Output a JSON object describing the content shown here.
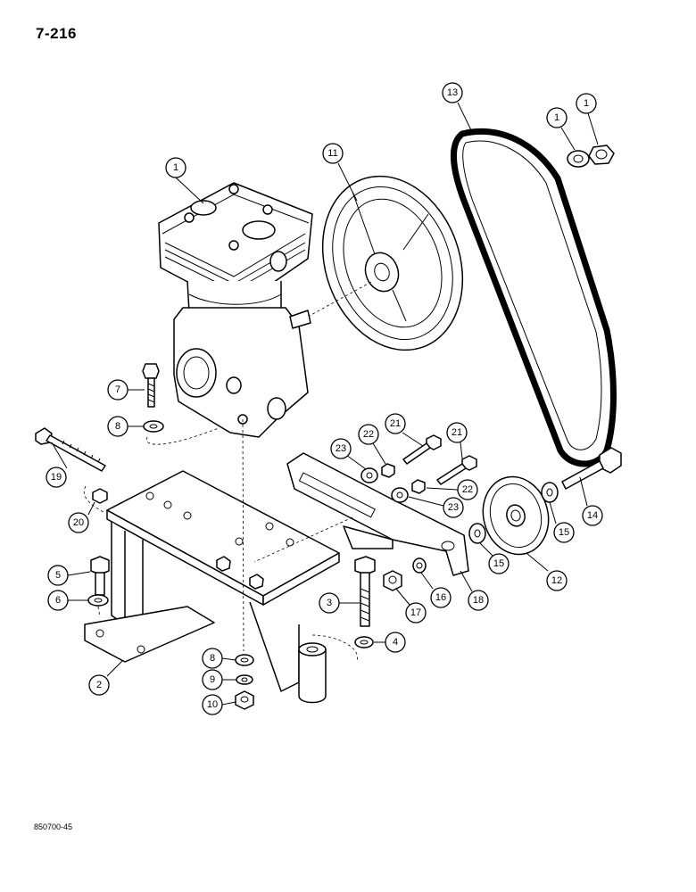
{
  "page": {
    "number": "7-216",
    "figure_code": "850700-45"
  },
  "callouts": [
    {
      "id": "c1a",
      "label": "1"
    },
    {
      "id": "c1b",
      "label": "1"
    },
    {
      "id": "c1c",
      "label": "1"
    },
    {
      "id": "c2",
      "label": "2"
    },
    {
      "id": "c3",
      "label": "3"
    },
    {
      "id": "c4",
      "label": "4"
    },
    {
      "id": "c5",
      "label": "5"
    },
    {
      "id": "c6",
      "label": "6"
    },
    {
      "id": "c7",
      "label": "7"
    },
    {
      "id": "c8a",
      "label": "8"
    },
    {
      "id": "c8b",
      "label": "8"
    },
    {
      "id": "c9",
      "label": "9"
    },
    {
      "id": "c10",
      "label": "10"
    },
    {
      "id": "c11",
      "label": "11"
    },
    {
      "id": "c12",
      "label": "12"
    },
    {
      "id": "c13",
      "label": "13"
    },
    {
      "id": "c14",
      "label": "14"
    },
    {
      "id": "c15a",
      "label": "15"
    },
    {
      "id": "c15b",
      "label": "15"
    },
    {
      "id": "c16",
      "label": "16"
    },
    {
      "id": "c17",
      "label": "17"
    },
    {
      "id": "c18",
      "label": "18"
    },
    {
      "id": "c19",
      "label": "19"
    },
    {
      "id": "c20",
      "label": "20"
    },
    {
      "id": "c21a",
      "label": "21"
    },
    {
      "id": "c21b",
      "label": "21"
    },
    {
      "id": "c22a",
      "label": "22"
    },
    {
      "id": "c22b",
      "label": "22"
    },
    {
      "id": "c23a",
      "label": "23"
    },
    {
      "id": "c23b",
      "label": "23"
    }
  ]
}
